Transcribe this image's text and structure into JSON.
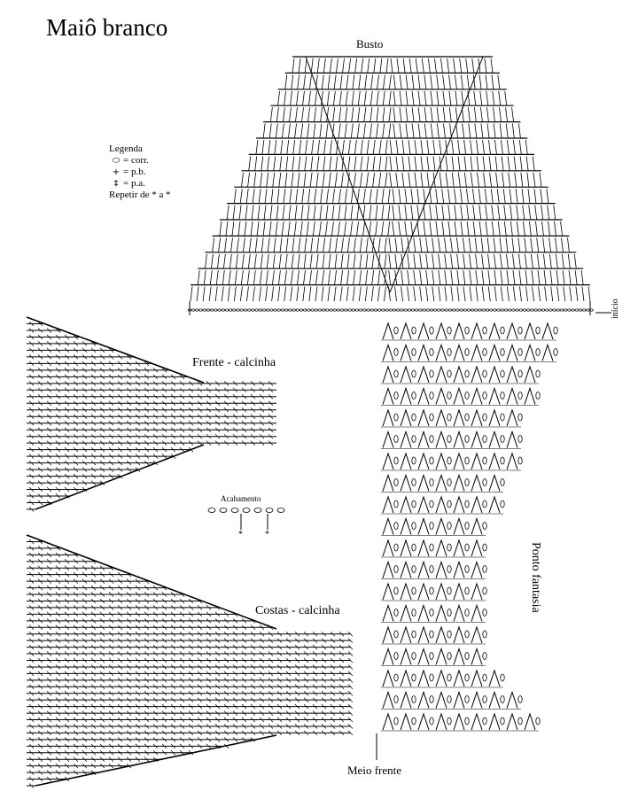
{
  "title": "Maiô branco",
  "labels": {
    "busto": "Busto",
    "inicio": "início",
    "frente": "Frente - calcinha",
    "costas": "Costas - calcinha",
    "acabamento": "Acabamento",
    "ponto_fantasia": "Ponto fantasia",
    "meio_frente": "Meio frente"
  },
  "legend": {
    "heading": "Legenda",
    "items": [
      {
        "symbol": "chain-oval-icon",
        "glyph": "⬭",
        "text": "= corr."
      },
      {
        "symbol": "plus-icon",
        "glyph": "+",
        "text": "= p.b."
      },
      {
        "symbol": "double-crochet-icon",
        "glyph": "‡",
        "text": "= p.a."
      }
    ],
    "repeat": "Repetir de * a *"
  },
  "colors": {
    "ink": "#000000",
    "background": "#ffffff"
  }
}
